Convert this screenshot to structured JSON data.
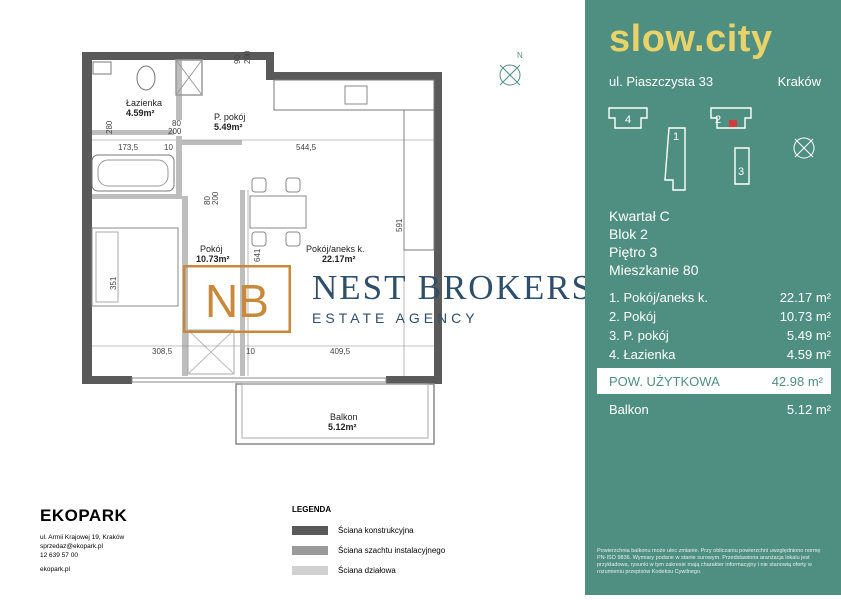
{
  "plan": {
    "rooms": {
      "lazienka_name": "Łazienka",
      "lazienka_area": "4.59m²",
      "ppokoj_name": "P. pokój",
      "ppokoj_area": "5.49m²",
      "pokoj_name": "Pokój",
      "pokoj_area": "10.73m²",
      "aneks_name": "Pokój/aneks k.",
      "aneks_area": "22.17m²",
      "balkon_name": "Balkon",
      "balkon_area": "5.12m²"
    },
    "dims": {
      "d1": "173,5",
      "d2": "544,5",
      "d3": "280",
      "d4": "80",
      "d5": "200",
      "d6": "90",
      "d7": "200",
      "d8": "10",
      "d9": "80",
      "d10": "200",
      "d11": "591",
      "d12": "641",
      "d13": "351",
      "d14": "308,5",
      "d15": "10",
      "d16": "409,5"
    }
  },
  "watermark": {
    "monogram": "NB",
    "name": "NEST BROKERS",
    "subtitle": "ESTATE AGENCY"
  },
  "developer": {
    "brand": "EKOPARK",
    "address": "ul. Armii Krajowej 19, Kraków",
    "email": "sprzedaz@ekopark.pl",
    "phone": "12 639 57 00",
    "website": "ekopark.pl"
  },
  "legend": {
    "title": "LEGENDA",
    "items": [
      {
        "label": "Ściana konstrukcyjna",
        "color": "#5a5a5a"
      },
      {
        "label": "Ściana szachtu instalacyjnego",
        "color": "#9a9a9a"
      },
      {
        "label": "Ściana działowa",
        "color": "#d0d0d0"
      }
    ]
  },
  "panel": {
    "logo": "slow.city",
    "street": "ul. Piaszczysta 33",
    "city": "Kraków",
    "map_labels": [
      "4",
      "1",
      "2",
      "3"
    ],
    "kwartal": "Kwartał C",
    "blok": "Blok 2",
    "pietro": "Piętro 3",
    "mieszkanie": "Mieszkanie 80",
    "rooms": [
      {
        "name": "1. Pokój/aneks k.",
        "area": "22.17 m²"
      },
      {
        "name": "2. Pokój",
        "area": "10.73 m²"
      },
      {
        "name": "3. P. pokój",
        "area": "5.49 m²"
      },
      {
        "name": "4. Łazienka",
        "area": "4.59 m²"
      }
    ],
    "total_label": "POW. UŻYTKOWA",
    "total_area": "42.98 m²",
    "balkon_label": "Balkon",
    "balkon_area": "5.12 m²",
    "notes": "Powierzchnia balkonu może ulec zmianie. Przy obliczaniu powierzchni uwzględniono normę PN-ISO 9836. Wymiary podane w stanie surowym. Przedstawiona aranżacja lokalu jest przykładowa, rysunki w tym zakresie mają charakter informacyjny i nie stanowią oferty w rozumieniu przepisów Kodeksu Cywilnego.",
    "accent": "#4f8f82",
    "logo_color": "#e8d26a"
  }
}
